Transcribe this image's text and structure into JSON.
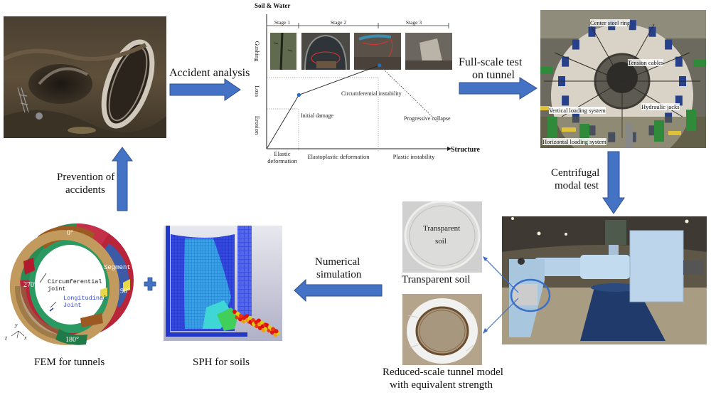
{
  "flow": {
    "accident_analysis": "Accident analysis",
    "full_scale_test": [
      "Full-scale test",
      "on tunnel"
    ],
    "centrifugal_modal_test": [
      "Centrifugal",
      "modal test"
    ],
    "numerical_simulation": [
      "Numerical",
      "simulation"
    ],
    "prevention": [
      "Prevention of",
      "accidents"
    ]
  },
  "panels": {
    "accident_photo": {
      "description": "Collapsed tunnel accident site"
    },
    "full_scale": {
      "labels": {
        "center_ring": "Center steel ring",
        "tension_cables": "Tension cables",
        "vertical_loading": "Vertical loading system",
        "hydraulic_jacks": "Hydraulic jacks",
        "horizontal_loading": "Horizontal loading system"
      }
    },
    "transparent_soil": {
      "inner_label": [
        "Transparent",
        "soil"
      ],
      "caption": "Transparent soil"
    },
    "tunnel_model": {
      "caption": [
        "Reduced-scale tunnel model",
        "with equivalent strength"
      ]
    },
    "fem": {
      "caption": "FEM for tunnels",
      "labels": {
        "deg0": "0°",
        "deg90": "90°",
        "deg180": "180°",
        "deg270": "270°",
        "segment": "Segment",
        "circ_joint": [
          "Circumferential",
          "joint"
        ],
        "long_joint": [
          "Longitudinal",
          "Joint"
        ],
        "axis_y": "y",
        "axis_z": "z",
        "axis_x": "x"
      }
    },
    "sph": {
      "caption": "SPH for soils"
    },
    "plus_symbol": "+"
  },
  "chart_data": {
    "type": "line",
    "title": "",
    "ylabel": "Soil & Water",
    "xlabel": "Structure",
    "y_categories": [
      "Erosion",
      "Loss",
      "Gushing"
    ],
    "x_regions": [
      "Elastic deformation",
      "Elastoplastic deformation",
      "Plastic instability"
    ],
    "stages": [
      "Stage 1",
      "Stage 2",
      "Stage 3"
    ],
    "x": [
      0,
      1,
      3.5,
      5.3
    ],
    "y": [
      0,
      1.0,
      1.55,
      0.5
    ],
    "points": [
      {
        "label": "Initial damage",
        "x": 1,
        "y": 1.0,
        "marker": true
      },
      {
        "label": "Circumferential instability",
        "x": 3.5,
        "y": 1.55,
        "marker": true
      },
      {
        "label": "Progressive collapse",
        "x": 5.3,
        "y": 0.5,
        "marker": false
      }
    ],
    "xlim": [
      0,
      5.6
    ],
    "ylim": [
      0,
      2.5
    ],
    "marker_color": "#1f6fc0",
    "line_color": "#222222"
  },
  "colors": {
    "arrow": "#4472c4",
    "arrow_stroke": "#2f528f"
  }
}
